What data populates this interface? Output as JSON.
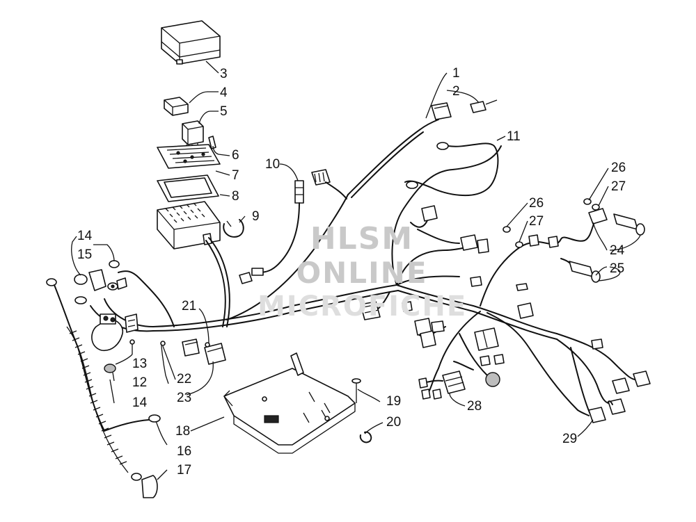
{
  "watermark": {
    "line1": "HLSM",
    "line2": "ONLINE",
    "line3": "MICROFICHE"
  },
  "callouts": [
    {
      "id": "c1",
      "label": "1"
    },
    {
      "id": "c2",
      "label": "2"
    },
    {
      "id": "c3",
      "label": "3"
    },
    {
      "id": "c4",
      "label": "4"
    },
    {
      "id": "c5",
      "label": "5"
    },
    {
      "id": "c6",
      "label": "6"
    },
    {
      "id": "c7",
      "label": "7"
    },
    {
      "id": "c8",
      "label": "8"
    },
    {
      "id": "c9",
      "label": "9"
    },
    {
      "id": "c10",
      "label": "10"
    },
    {
      "id": "c11",
      "label": "11"
    },
    {
      "id": "c12",
      "label": "12"
    },
    {
      "id": "c13",
      "label": "13"
    },
    {
      "id": "c14a",
      "label": "14"
    },
    {
      "id": "c14b",
      "label": "14"
    },
    {
      "id": "c15",
      "label": "15"
    },
    {
      "id": "c16",
      "label": "16"
    },
    {
      "id": "c17",
      "label": "17"
    },
    {
      "id": "c18",
      "label": "18"
    },
    {
      "id": "c19",
      "label": "19"
    },
    {
      "id": "c20",
      "label": "20"
    },
    {
      "id": "c21",
      "label": "21"
    },
    {
      "id": "c22",
      "label": "22"
    },
    {
      "id": "c23",
      "label": "23"
    },
    {
      "id": "c24",
      "label": "24"
    },
    {
      "id": "c25",
      "label": "25"
    },
    {
      "id": "c26a",
      "label": "26"
    },
    {
      "id": "c26b",
      "label": "26"
    },
    {
      "id": "c27a",
      "label": "27"
    },
    {
      "id": "c27b",
      "label": "27"
    },
    {
      "id": "c28",
      "label": "28"
    },
    {
      "id": "c29",
      "label": "29"
    }
  ]
}
